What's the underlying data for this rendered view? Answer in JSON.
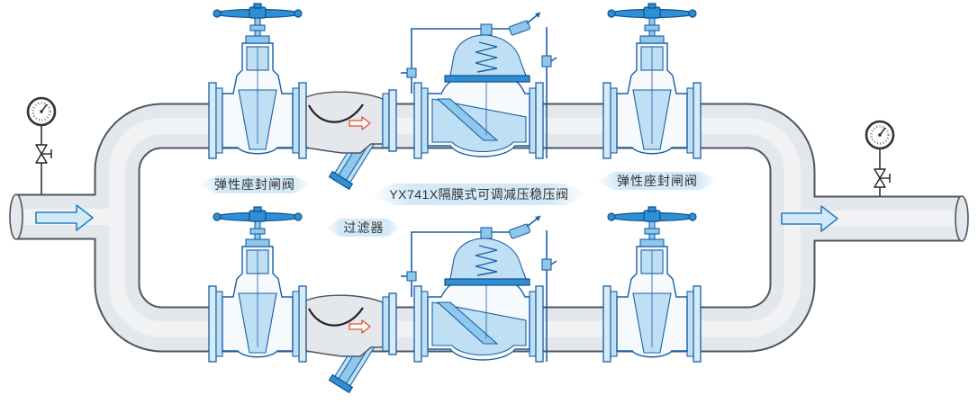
{
  "labels": {
    "gate_valve_left": "弹性座封闸阀",
    "pressure_reducing_valve": "YX741X隔膜式可调减压稳压阀",
    "gate_valve_right": "弹性座封闸阀",
    "strainer": "过滤器"
  },
  "colors": {
    "valve-outline": "#1a5fa6",
    "valve-fill": "#bfe0f4",
    "handwheel": "#2f8fd4",
    "pipe-fill": "#e4e8ec",
    "pipe-outline": "#4b5660",
    "flow-arrow": "#2a7fc1",
    "inner-arrow": "#e0502a",
    "label-band": "#d4e9f7",
    "label-text": "#333333"
  },
  "icons": [
    "pressure-gauge-icon",
    "gauge-valve-icon",
    "handwheel-icon",
    "flow-arrow-icon",
    "spring-icon",
    "pilot-valve-icon"
  ]
}
